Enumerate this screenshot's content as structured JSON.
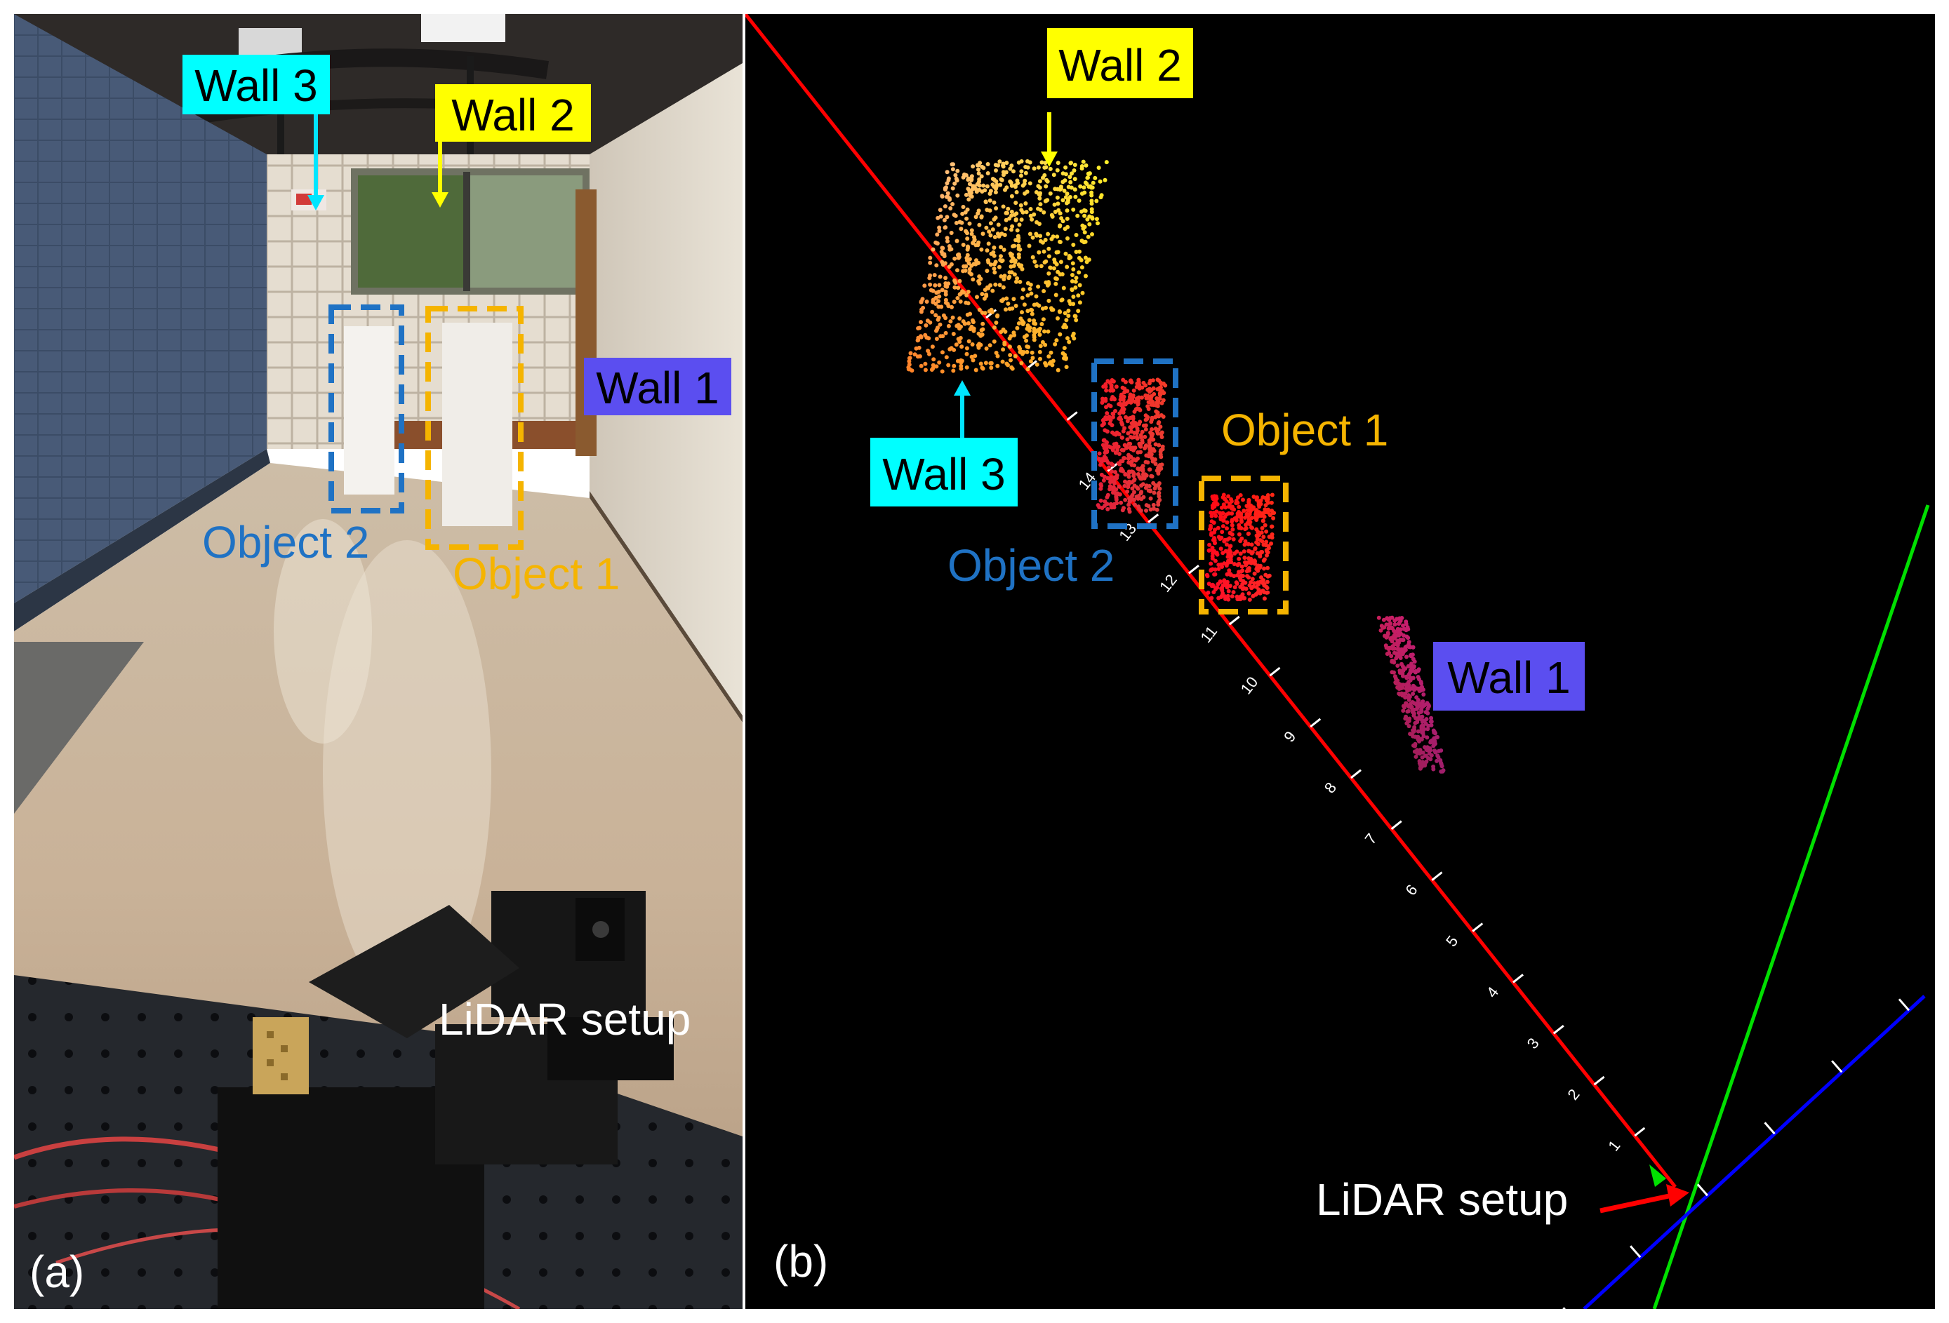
{
  "panel_a": {
    "panel_label": "(a)",
    "labels": {
      "wall3": "Wall 3",
      "wall2": "Wall 2",
      "wall1": "Wall 1",
      "object2": "Object 2",
      "object1": "Object 1",
      "lidar": "LiDAR setup"
    }
  },
  "panel_b": {
    "panel_label": "(b)",
    "labels": {
      "wall2": "Wall 2",
      "wall3": "Wall 3",
      "object1": "Object 1",
      "object2": "Object 2",
      "wall1": "Wall 1",
      "lidar": "LiDAR setup"
    },
    "axis_ticks": [
      "1",
      "2",
      "3",
      "4",
      "5",
      "6",
      "7",
      "8",
      "9",
      "10",
      "11",
      "12",
      "13",
      "14"
    ]
  },
  "colors": {
    "wall1_label_bg": "#5b4ef0",
    "wall2_label_bg": "#ffff00",
    "wall3_label_bg": "#00ffff",
    "object1": "#f5b400",
    "object2": "#1f72c4",
    "axis_red": "#ff0000",
    "axis_green": "#00e000",
    "axis_blue": "#0000ff"
  }
}
